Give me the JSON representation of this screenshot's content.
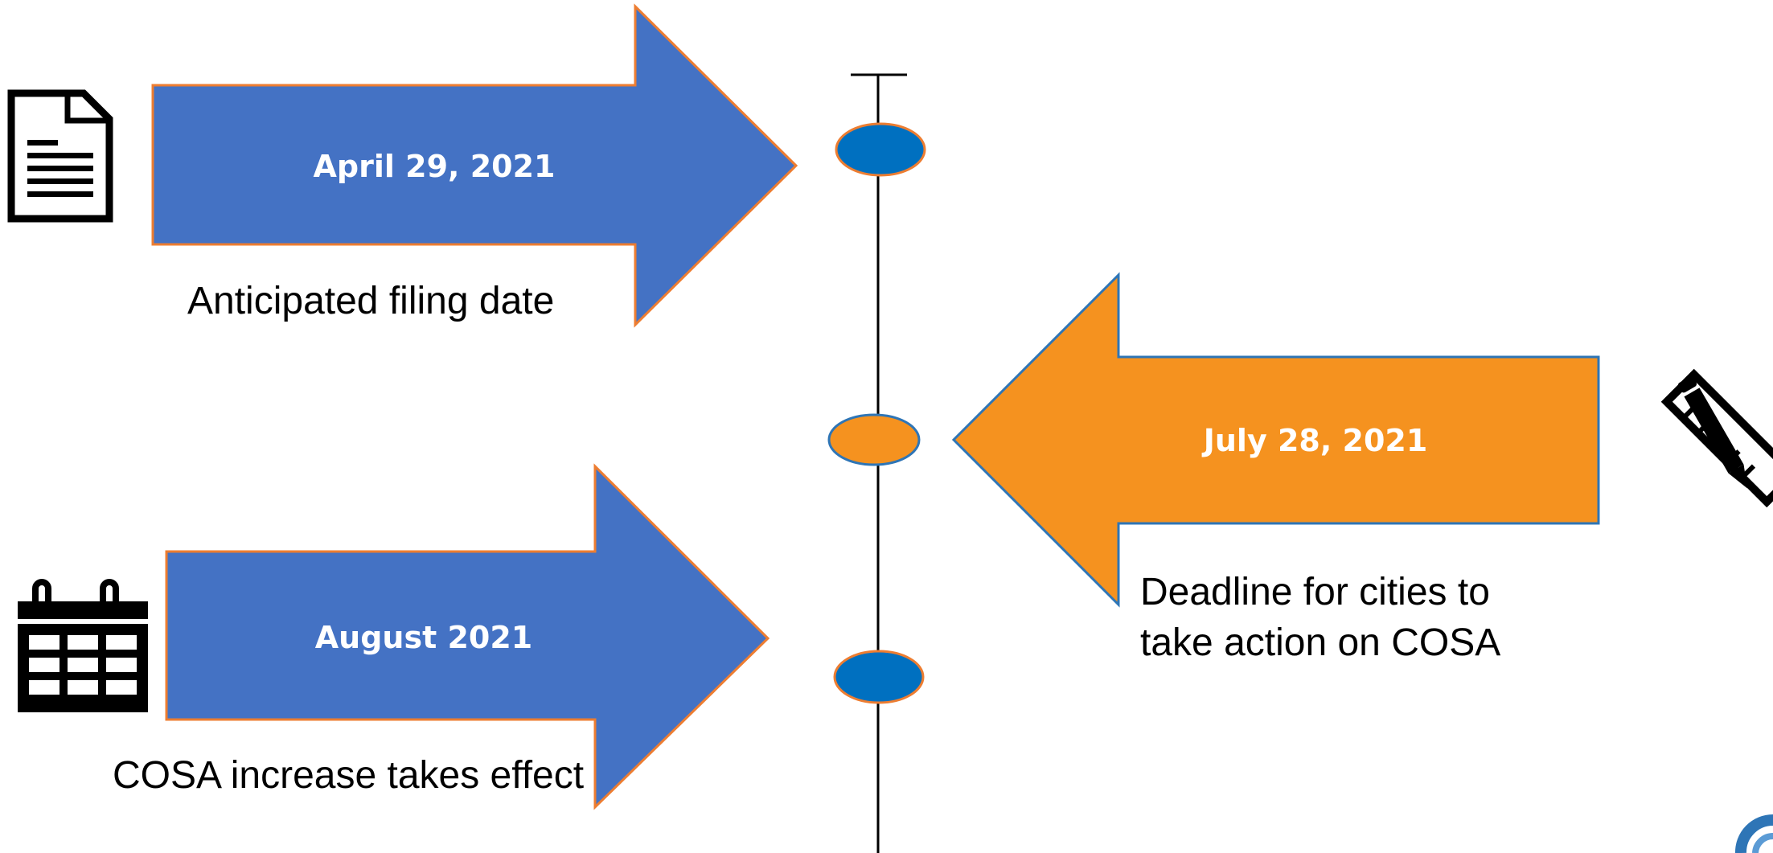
{
  "timeline": {
    "events": [
      {
        "date": "April 29, 2021",
        "caption": "Anticipated filing date",
        "icon": "document-icon",
        "arrow_color": "#4472C4",
        "marker_color": "#0070C0"
      },
      {
        "date": "July 28, 2021",
        "caption_line1": "Deadline for cities to",
        "caption_line2": "take action on COSA",
        "icon": "pencil-ruler-icon",
        "arrow_color": "#F5921F",
        "marker_color": "#F5921F"
      },
      {
        "date": "August 2021",
        "caption": "COSA increase takes effect",
        "icon": "calendar-icon",
        "arrow_color": "#4472C4",
        "marker_color": "#0070C0"
      }
    ],
    "colors": {
      "outline_orange": "#ED7D31",
      "outline_blue": "#2E75B6",
      "line": "#000000"
    }
  }
}
